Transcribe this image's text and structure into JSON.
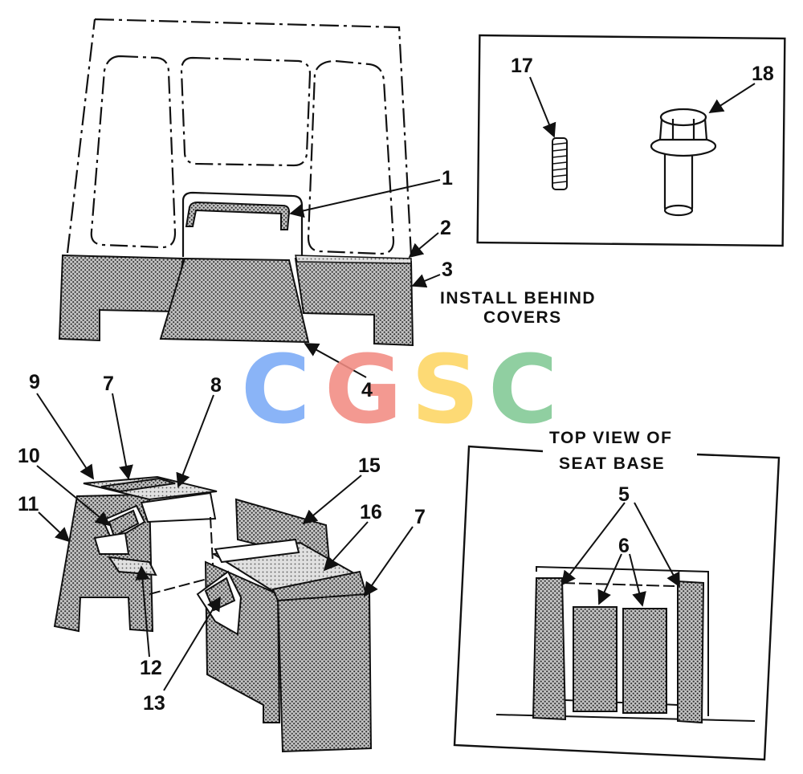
{
  "labels": {
    "n1": "1",
    "n2": "2",
    "n3": "3",
    "n4": "4",
    "n5": "5",
    "n6": "6",
    "n7a": "7",
    "n7b": "7",
    "n8": "8",
    "n9": "9",
    "n10": "10",
    "n11": "11",
    "n12": "12",
    "n13": "13",
    "n15": "15",
    "n16": "16",
    "n17": "17",
    "n18": "18"
  },
  "notes": {
    "install_line1": "INSTALL  BEHIND",
    "install_line2": "COVERS",
    "topview_line1": "TOP VIEW OF",
    "topview_line2": "SEAT BASE"
  },
  "watermark": {
    "letters": [
      "C",
      "G",
      "S",
      "C"
    ],
    "colors": [
      "#7baaf7",
      "#f28b82",
      "#fdd663",
      "#81c995"
    ]
  },
  "colors": {
    "ink": "#111111",
    "stipple": "#444444"
  }
}
